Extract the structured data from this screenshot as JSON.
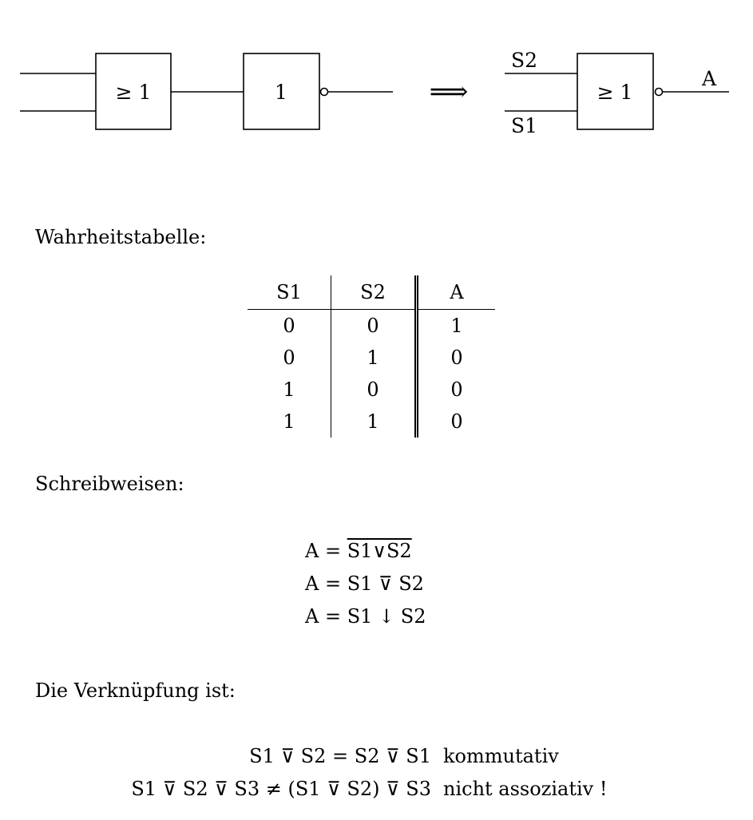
{
  "diagram": {
    "or_gate_label": "≥ 1",
    "not_gate_label": "1",
    "implies_symbol": "⟹",
    "nor_gate_label": "≥ 1",
    "input_s2": "S2",
    "input_s1": "S1",
    "output_a": "A"
  },
  "truth_table": {
    "heading": "Wahrheitstabelle:",
    "columns": [
      "S1",
      "S2",
      "A"
    ],
    "rows": [
      [
        "0",
        "0",
        "1"
      ],
      [
        "0",
        "1",
        "0"
      ],
      [
        "1",
        "0",
        "0"
      ],
      [
        "1",
        "1",
        "0"
      ]
    ]
  },
  "notations": {
    "heading": "Schreibweisen:",
    "f1_lhs": "A = ",
    "f1_overlined": "S1∨S2",
    "f2": "A = S1 ⊽ S2",
    "f3": "A = S1 ↓ S2"
  },
  "properties": {
    "heading": "Die Verknüpfung ist:",
    "law1_expr": "S1 ⊽ S2 = S2 ⊽ S1",
    "law1_name": "kommutativ",
    "law2_expr": "S1 ⊽ S2 ⊽ S3 ≠ (S1 ⊽ S2) ⊽ S3",
    "law2_name": "nicht assoziativ !"
  }
}
